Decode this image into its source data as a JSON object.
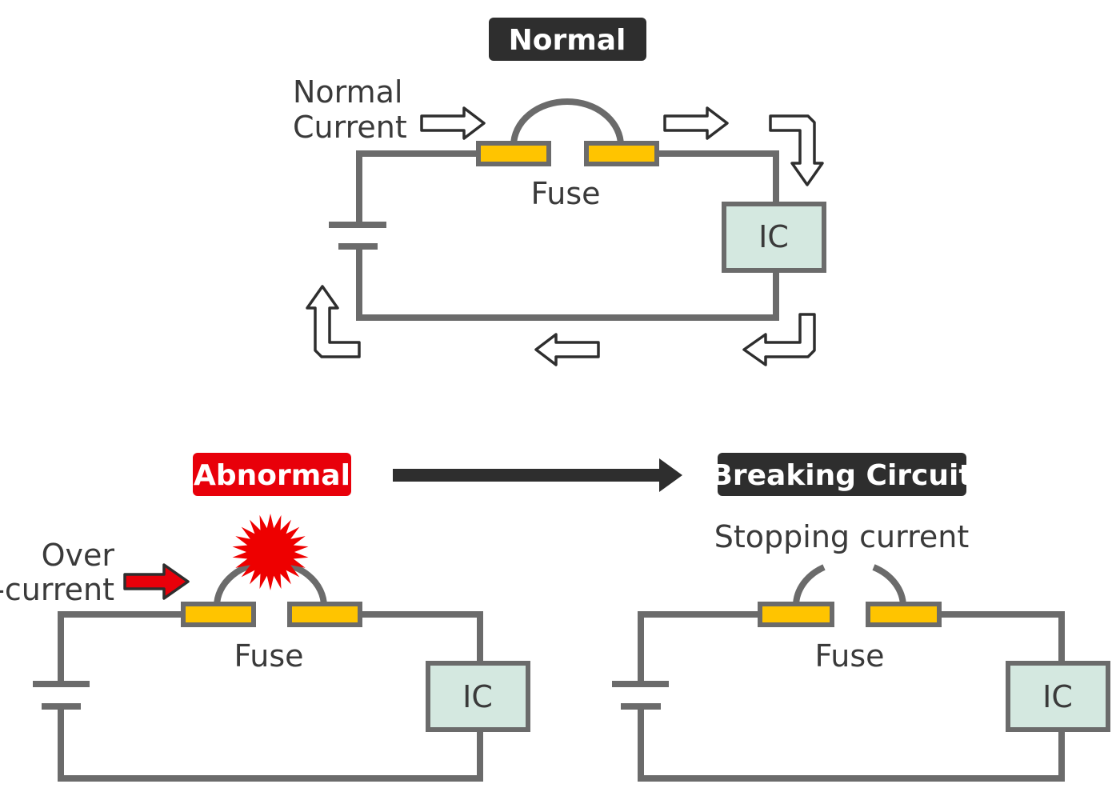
{
  "colors": {
    "wire": "#6b6b6b",
    "fuse_fill": "#ffc400",
    "ic_fill": "#d4e8e0",
    "badge_dark": "#2e2e2e",
    "badge_red": "#e8000a",
    "burst": "#ee0000",
    "overcurrent_arrow": "#e8000a",
    "outline_arrow": "#2e2e2e"
  },
  "normal": {
    "badge": "Normal",
    "current_label_line1": "Normal",
    "current_label_line2": "Current",
    "fuse_label": "Fuse",
    "ic_label": "IC"
  },
  "abnormal": {
    "badge": "Abnormal",
    "current_label_line1": "Over",
    "current_label_line2": "-current",
    "fuse_label": "Fuse",
    "ic_label": "IC"
  },
  "breaking": {
    "badge": "Breaking Circuit",
    "status_label": "Stopping current",
    "fuse_label": "Fuse",
    "ic_label": "IC"
  },
  "transition_arrow": "arrow-right-icon"
}
